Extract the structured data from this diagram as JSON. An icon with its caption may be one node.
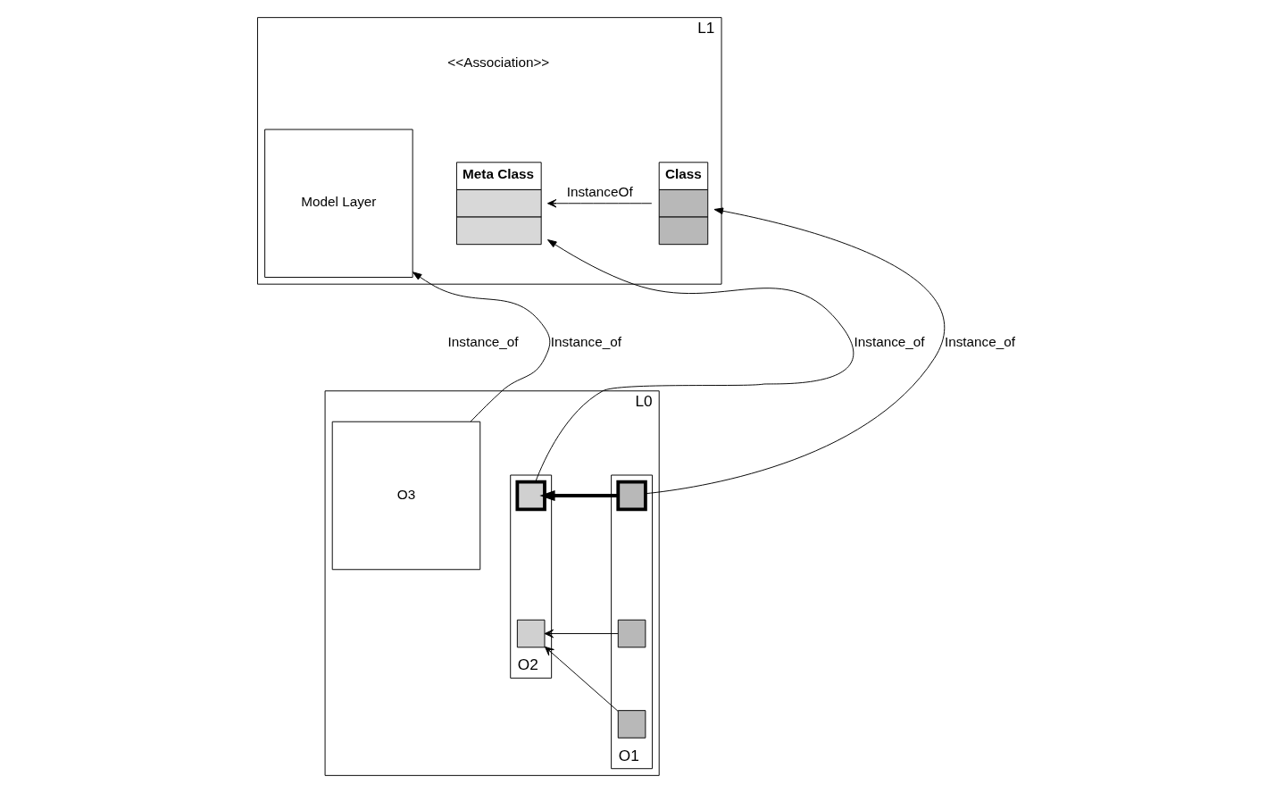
{
  "diagram": {
    "nodes": [
      {
        "text": [
          "L1"
        ]
      },
      {
        "text": [
          "Model Layer"
        ],
        "in": 0
      },
      {
        "text": [
          "Meta Class"
        ],
        "in": 0
      },
      {
        "text": [
          "Class"
        ],
        "in": 0
      },
      {
        "text": [
          "L0"
        ]
      },
      {
        "text": [
          "O3"
        ],
        "in": 4
      },
      {
        "text": [
          "O2"
        ],
        "in": 4
      },
      {
        "text": [
          "O1"
        ],
        "in": 4
      },
      {
        "text": [],
        "shape": "box",
        "in": 6
      },
      {
        "text": [],
        "shape": "box",
        "in": 6
      },
      {
        "text": [],
        "shape": "box",
        "in": 7
      },
      {
        "text": [],
        "shape": "box",
        "in": 7
      },
      {
        "text": [],
        "shape": "box",
        "in": 7
      }
    ],
    "edges": [
      {
        "from": 3,
        "to": 2,
        "arrow": "to",
        "label": "InstanceOf"
      },
      {
        "from": 5,
        "to": 1,
        "arrow": "to",
        "label": "Instance_of"
      },
      {
        "from": 8,
        "to": 2,
        "arrow": "to",
        "label": "Instance_of"
      },
      {
        "from": 10,
        "to": 3,
        "arrow": "to",
        "label": "Instance_of"
      },
      {
        "from": 10,
        "to": 8,
        "arrow": "to",
        "style": "thick"
      },
      {
        "from": 11,
        "to": 9,
        "arrow": "to"
      },
      {
        "from": 12,
        "to": 9,
        "arrow": "to"
      }
    ],
    "labels": [
      "<<Association>>",
      "Instance_of"
    ]
  }
}
